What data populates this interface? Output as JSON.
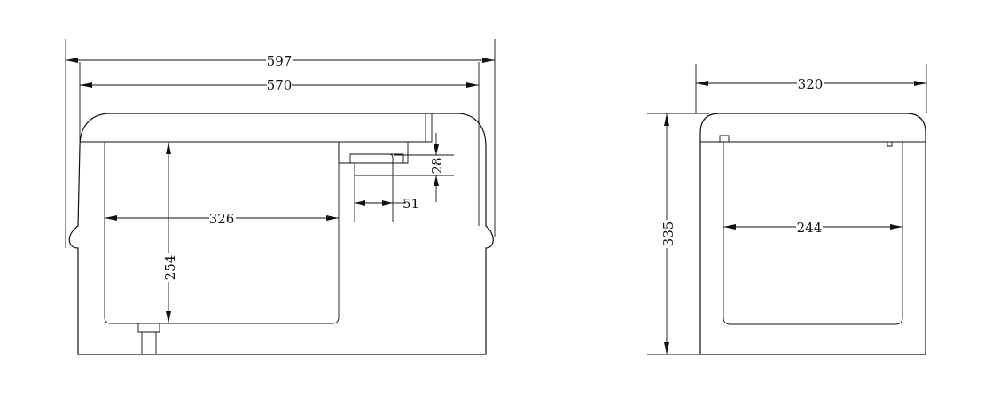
{
  "drawing": {
    "line_color": "#111111",
    "background": "#ffffff",
    "side_view": {
      "dimensions": {
        "overall_length": "597",
        "body_length": "570",
        "inner_length": "326",
        "inner_height": "254",
        "step_height": "28",
        "step_width": "51"
      }
    },
    "end_view": {
      "dimensions": {
        "overall_width": "320",
        "overall_height": "335",
        "inner_width": "244"
      }
    }
  }
}
